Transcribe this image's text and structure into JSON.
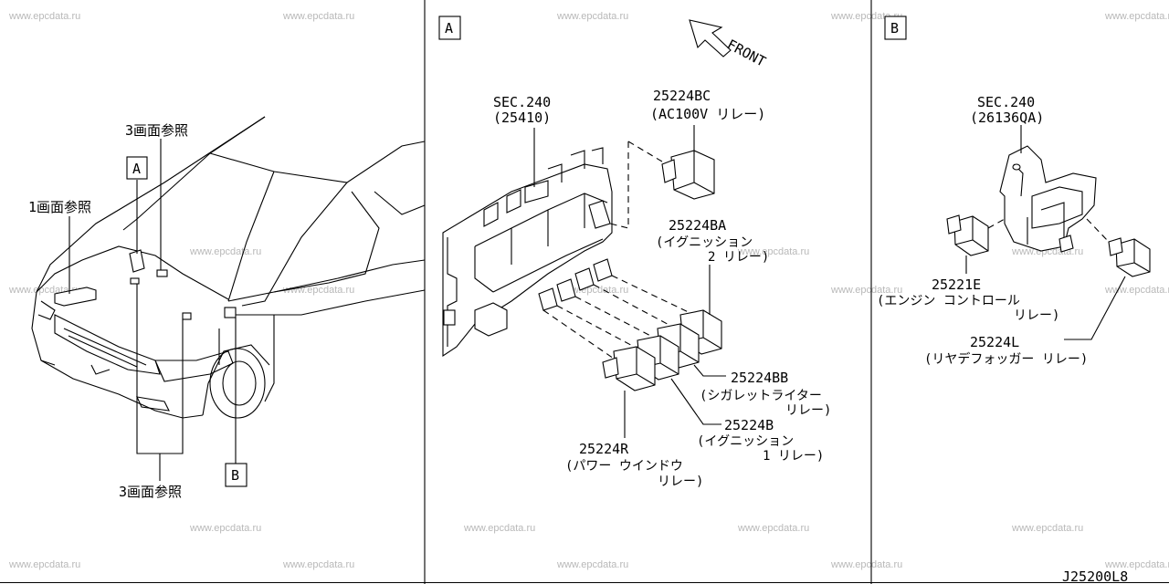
{
  "watermark": "www.epcdata.ru",
  "drawing_code": "J25200L8",
  "panels": {
    "overview": {
      "ref_a": "3画面参照",
      "ref_b": "1画面参照",
      "ref_c": "3画面参照",
      "callout_a": "A",
      "callout_b": "B"
    },
    "detail_a": {
      "tag": "A",
      "front": "FRONT",
      "sec_line1": "SEC.240",
      "sec_line2": "(25410)",
      "p_bc_code": "25224BC",
      "p_bc_name": "(AC100V リレー)",
      "p_ba_code": "25224BA",
      "p_ba_name1": "(イグニッション",
      "p_ba_name2": "2 リレー)",
      "p_bb_code": "25224BB",
      "p_bb_name1": "(シガレットライター",
      "p_bb_name2": "リレー)",
      "p_b_code": "25224B",
      "p_b_name1": "(イグニッション",
      "p_b_name2": "1 リレー)",
      "p_r_code": "25224R",
      "p_r_name1": "(パワー ウインドウ",
      "p_r_name2": "リレー)"
    },
    "detail_b": {
      "tag": "B",
      "sec_line1": "SEC.240",
      "sec_line2": "(26136QA)",
      "p_e_code": "25221E",
      "p_e_name1": "(エンジン コントロール",
      "p_e_name2": "リレー)",
      "p_l_code": "25224L",
      "p_l_name": "(リヤデフォッガー リレー)"
    }
  }
}
